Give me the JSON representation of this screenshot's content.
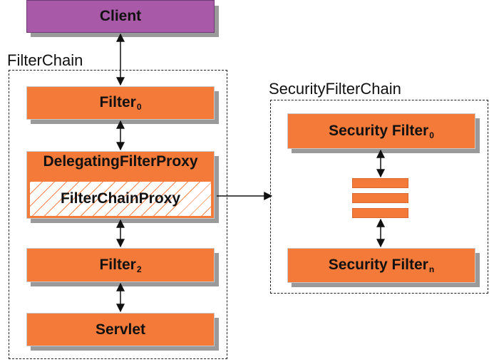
{
  "client": {
    "label": "Client"
  },
  "filter_chain": {
    "title": "FilterChain",
    "filter0": {
      "label": "Filter",
      "sub": "0"
    },
    "delegating": {
      "label": "DelegatingFilterProxy"
    },
    "filter_chain_proxy": {
      "label": "FilterChainProxy"
    },
    "filter2": {
      "label": "Filter",
      "sub": "2"
    },
    "servlet": {
      "label": "Servlet"
    }
  },
  "security_filter_chain": {
    "title": "SecurityFilterChain",
    "security_filter0": {
      "label": "Security Filter",
      "sub": "0"
    },
    "security_filtern": {
      "label": "Security Filter",
      "sub": "n"
    }
  },
  "colors": {
    "filter_fill": "#f47a3a",
    "client_fill": "#a85aa8",
    "shadow": "#9a9a9a"
  }
}
